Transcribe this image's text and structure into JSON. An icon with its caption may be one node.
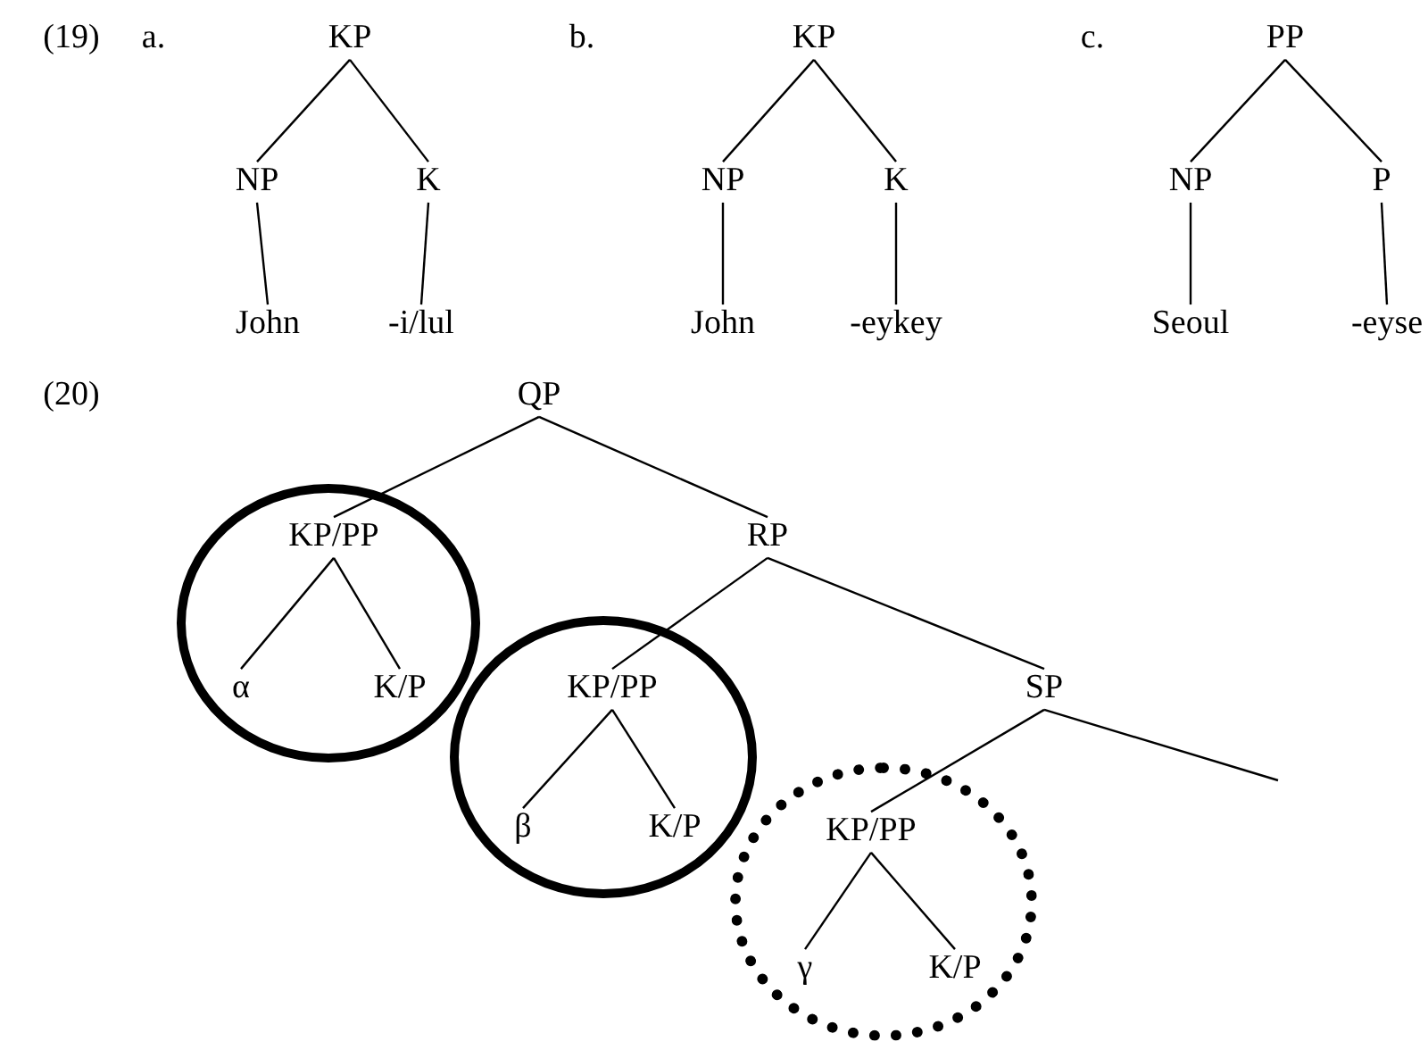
{
  "diagram": {
    "nodes": [
      {
        "text": [
          "KP"
        ]
      },
      {
        "text": [
          "NP"
        ]
      },
      {
        "text": [
          "K"
        ]
      },
      {
        "text": [
          "John"
        ]
      },
      {
        "text": [
          "-i/lul"
        ]
      },
      {
        "text": [
          "KP"
        ]
      },
      {
        "text": [
          "NP"
        ]
      },
      {
        "text": [
          "K"
        ]
      },
      {
        "text": [
          "John"
        ]
      },
      {
        "text": [
          "-eykey"
        ]
      },
      {
        "text": [
          "PP"
        ]
      },
      {
        "text": [
          "NP"
        ]
      },
      {
        "text": [
          "P"
        ]
      },
      {
        "text": [
          "Seoul"
        ]
      },
      {
        "text": [
          "-eyse"
        ]
      },
      {
        "text": [
          "QP"
        ]
      },
      {
        "text": [],
        "shape": "circle"
      },
      {
        "text": [
          "KP/PP"
        ],
        "in": 16
      },
      {
        "text": [
          "RP"
        ]
      },
      {
        "text": [
          "α"
        ],
        "in": 16
      },
      {
        "text": [
          "K/P"
        ],
        "in": 16
      },
      {
        "text": [],
        "shape": "circle"
      },
      {
        "text": [
          "KP/PP"
        ],
        "in": 21
      },
      {
        "text": [
          "SP"
        ]
      },
      {
        "text": [
          "β"
        ],
        "in": 21
      },
      {
        "text": [
          "K/P"
        ],
        "in": 21
      },
      {
        "text": [],
        "shape": "circle"
      },
      {
        "text": [
          "KP/PP"
        ],
        "in": 26
      },
      {
        "text": [
          "γ"
        ],
        "in": 26
      },
      {
        "text": [
          "K/P"
        ],
        "in": 26
      }
    ],
    "edges": [
      {
        "from": 0,
        "to": 1,
        "arrow": "none"
      },
      {
        "from": 0,
        "to": 2,
        "arrow": "none"
      },
      {
        "from": 1,
        "to": 3,
        "arrow": "none"
      },
      {
        "from": 2,
        "to": 4,
        "arrow": "none"
      },
      {
        "from": 5,
        "to": 6,
        "arrow": "none"
      },
      {
        "from": 5,
        "to": 7,
        "arrow": "none"
      },
      {
        "from": 6,
        "to": 8,
        "arrow": "none"
      },
      {
        "from": 7,
        "to": 9,
        "arrow": "none"
      },
      {
        "from": 10,
        "to": 11,
        "arrow": "none"
      },
      {
        "from": 10,
        "to": 12,
        "arrow": "none"
      },
      {
        "from": 11,
        "to": 13,
        "arrow": "none"
      },
      {
        "from": 12,
        "to": 14,
        "arrow": "none"
      },
      {
        "from": 15,
        "to": 17,
        "arrow": "none"
      },
      {
        "from": 15,
        "to": 18,
        "arrow": "none"
      },
      {
        "from": 17,
        "to": 19,
        "arrow": "none"
      },
      {
        "from": 17,
        "to": 20,
        "arrow": "none"
      },
      {
        "from": 18,
        "to": 22,
        "arrow": "none"
      },
      {
        "from": 18,
        "to": 23,
        "arrow": "none"
      },
      {
        "from": 22,
        "to": 24,
        "arrow": "none"
      },
      {
        "from": 22,
        "to": 25,
        "arrow": "none"
      },
      {
        "from": 23,
        "to": 27,
        "arrow": "none"
      },
      {
        "from": 23,
        "to": null,
        "arrow": "none"
      },
      {
        "from": 27,
        "to": 28,
        "arrow": "none"
      },
      {
        "from": 27,
        "to": 29,
        "arrow": "none"
      }
    ],
    "labels": [
      "(19)",
      "a.",
      "b.",
      "c.",
      "(20)"
    ]
  }
}
